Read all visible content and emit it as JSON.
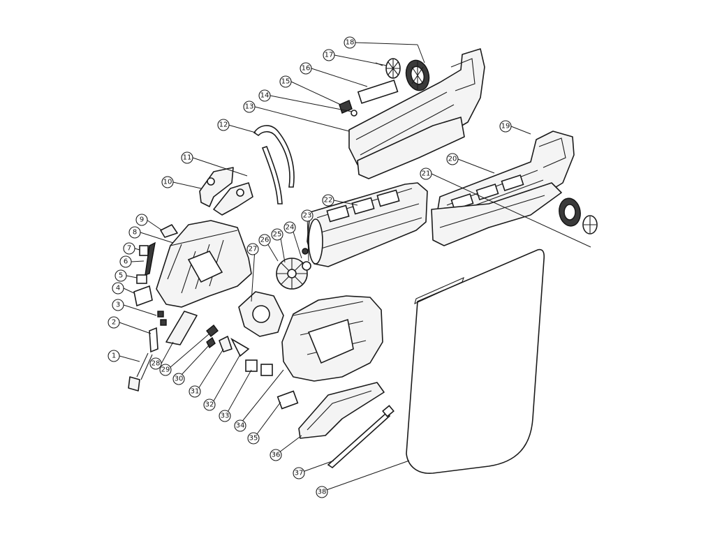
{
  "diagram": {
    "callouts": [
      {
        "id": "callout-1",
        "label": "1"
      },
      {
        "id": "callout-2",
        "label": "2"
      },
      {
        "id": "callout-3",
        "label": "3"
      },
      {
        "id": "callout-4",
        "label": "4"
      },
      {
        "id": "callout-5",
        "label": "5"
      },
      {
        "id": "callout-6",
        "label": "6"
      },
      {
        "id": "callout-7",
        "label": "7"
      },
      {
        "id": "callout-8",
        "label": "8"
      },
      {
        "id": "callout-9",
        "label": "9"
      },
      {
        "id": "callout-10",
        "label": "10"
      },
      {
        "id": "callout-11",
        "label": "11"
      },
      {
        "id": "callout-12",
        "label": "12"
      },
      {
        "id": "callout-13",
        "label": "13"
      },
      {
        "id": "callout-14",
        "label": "14"
      },
      {
        "id": "callout-15",
        "label": "15"
      },
      {
        "id": "callout-16",
        "label": "16"
      },
      {
        "id": "callout-17",
        "label": "17"
      },
      {
        "id": "callout-18",
        "label": "18"
      },
      {
        "id": "callout-19",
        "label": "19"
      },
      {
        "id": "callout-20",
        "label": "20"
      },
      {
        "id": "callout-21",
        "label": "21"
      },
      {
        "id": "callout-22",
        "label": "22"
      },
      {
        "id": "callout-23",
        "label": "23"
      },
      {
        "id": "callout-24",
        "label": "24"
      },
      {
        "id": "callout-25",
        "label": "25"
      },
      {
        "id": "callout-26",
        "label": "26"
      },
      {
        "id": "callout-27",
        "label": "27"
      },
      {
        "id": "callout-28",
        "label": "28"
      },
      {
        "id": "callout-29",
        "label": "29"
      },
      {
        "id": "callout-30",
        "label": "30"
      },
      {
        "id": "callout-31",
        "label": "31"
      },
      {
        "id": "callout-32",
        "label": "32"
      },
      {
        "id": "callout-33",
        "label": "33"
      },
      {
        "id": "callout-34",
        "label": "34"
      },
      {
        "id": "callout-35",
        "label": "35"
      },
      {
        "id": "callout-36",
        "label": "36"
      },
      {
        "id": "callout-37",
        "label": "37"
      },
      {
        "id": "callout-38",
        "label": "38"
      }
    ]
  }
}
